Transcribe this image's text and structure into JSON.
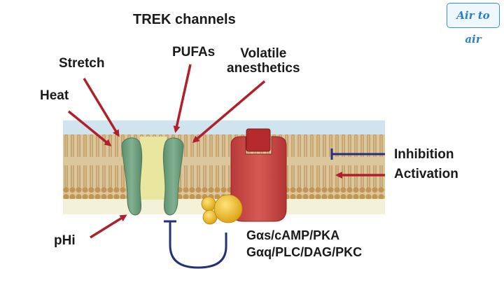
{
  "title": "TREK channels",
  "labels": {
    "stretch": "Stretch",
    "heat": "Heat",
    "pufas": "PUFAs",
    "volatile_line1": "Volatile",
    "volatile_line2": "anesthetics",
    "ph": "pHi",
    "pathway1": "Gαs/cAMP/PKA",
    "pathway2": "Gαq/PLC/DAG/PKC"
  },
  "legend": {
    "inhibition": "Inhibition",
    "activation": "Activation"
  },
  "logo_text": "Air to air",
  "colors": {
    "activation_arrow": "#b0202a",
    "inhibition_arrow": "#24307a",
    "channel": "#6f9e7e",
    "receptor": "#c84a45",
    "g_protein": "#e8b81a",
    "membrane_upper": "#cfe4ef",
    "membrane_lipid": "#c9a469",
    "channel_pore": "#e9e6a0"
  }
}
